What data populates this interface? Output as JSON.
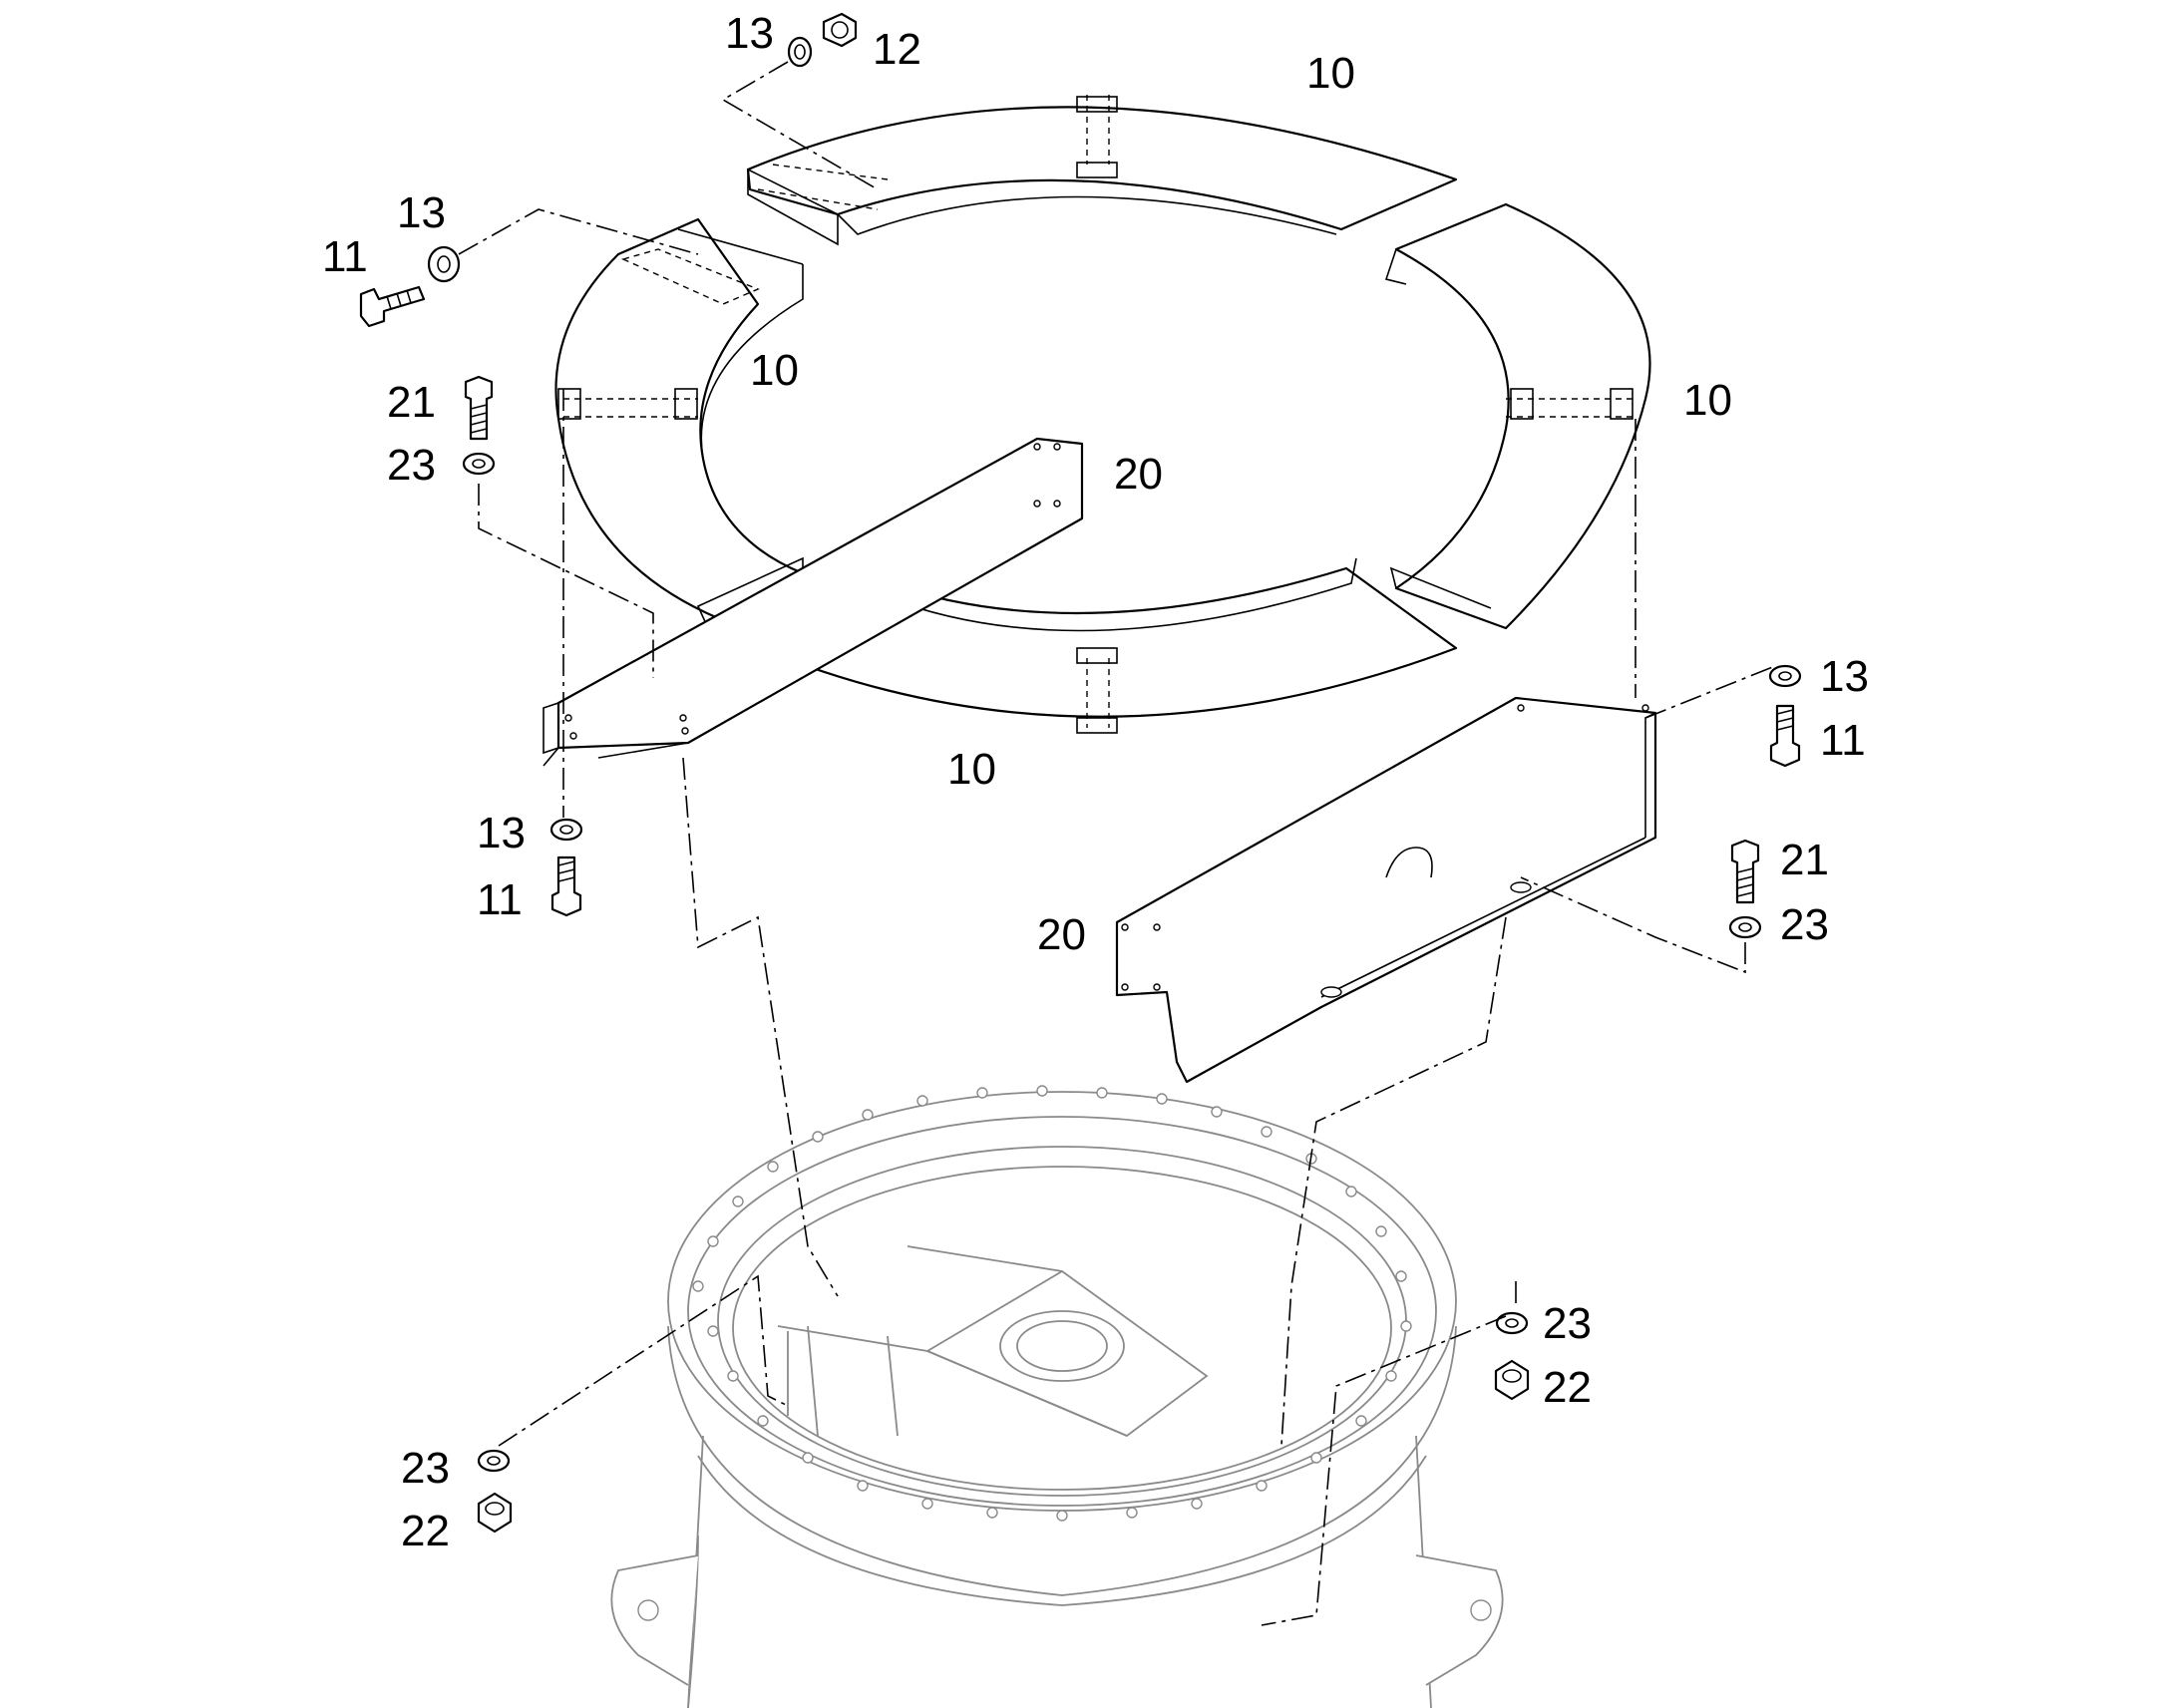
{
  "callouts": {
    "c10_top": "10",
    "c10_left": "10",
    "c10_right": "10",
    "c10_bottom": "10",
    "c11_a": "11",
    "c11_b": "11",
    "c11_c": "11",
    "c12": "12",
    "c13_a": "13",
    "c13_b": "13",
    "c13_c": "13",
    "c13_d": "13",
    "c20_a": "20",
    "c20_b": "20",
    "c21_a": "21",
    "c21_b": "21",
    "c22_a": "22",
    "c22_b": "22",
    "c23_a": "23",
    "c23_b": "23",
    "c23_c": "23",
    "c23_d": "23"
  },
  "colors": {
    "line": "#000000",
    "ghost_line": "#8a8a8a",
    "background": "#ffffff"
  }
}
